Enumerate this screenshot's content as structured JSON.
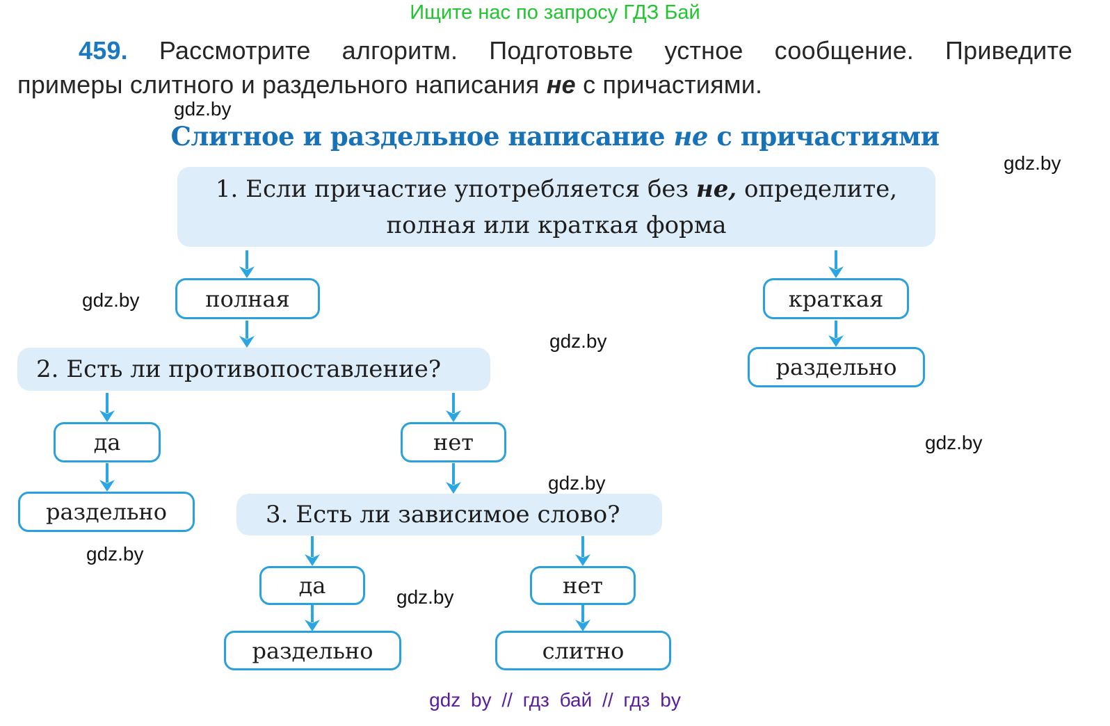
{
  "promo_banner": {
    "text": "Ищите нас по запросу ГДЗ Бай"
  },
  "task": {
    "number": "459.",
    "line1": "Рассмотрите алгоритм. Подготовьте устное сообщение. Приведите",
    "line2_start": "примеры слитного и раздельного написания",
    "emphasis": "не",
    "line2_end": "с причастиями."
  },
  "watermark": {
    "text": "gdz.by"
  },
  "diagram": {
    "title": {
      "part1": "Слитное и раздельное написание",
      "emphasis": "не",
      "part2": "с причастиями"
    },
    "steps": {
      "step1": {
        "line1_start": "1. Если причастие употребляется без",
        "emphasis": "не,",
        "line1_end": "определите,",
        "line2": "полная или краткая форма"
      },
      "step2": "2. Есть ли противопоставление?",
      "step3": "3. Есть ли зависимое слово?"
    },
    "nodes": {
      "polnaya": "полная",
      "kratkaya": "краткая",
      "razdelno_right": "раздельно",
      "da1": "да",
      "net1": "нет",
      "razdelno_left": "раздельно",
      "da2": "да",
      "net2": "нет",
      "razdelno_bottom": "раздельно",
      "slitno": "слитно"
    }
  },
  "footer": {
    "text": "gdz by // гдз бай // гдз by"
  },
  "colors": {
    "accent_blue": "#2aa0dc",
    "arrow_blue": "#2ba6e2",
    "box_fill_blue": "#ddedf9",
    "title_blue": "#1772b8",
    "task_number_blue": "#1a79c0",
    "promo_green": "#21c52f",
    "footer_purple": "#5a1d9b"
  }
}
